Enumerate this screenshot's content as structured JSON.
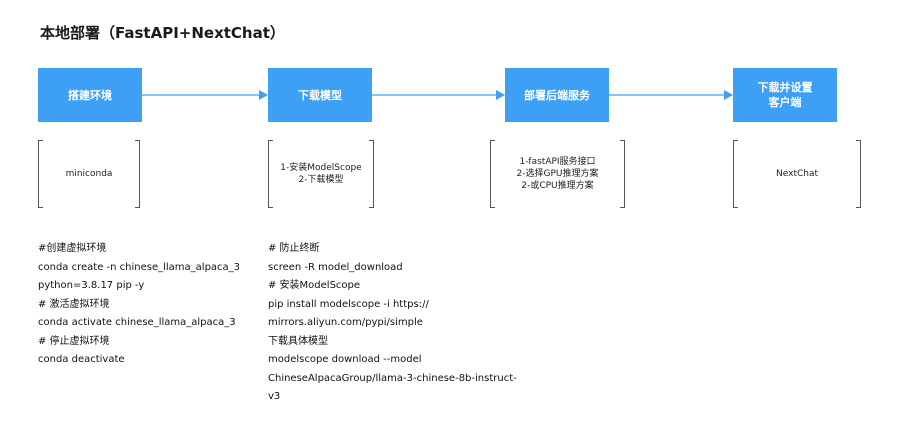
{
  "title": "本地部署（FastAPI+NextChat）",
  "steps": [
    {
      "label": "搭建环境"
    },
    {
      "label": "下载模型"
    },
    {
      "label": "部署后端服务"
    },
    {
      "label": "下载并设置\n客户端"
    }
  ],
  "details": [
    {
      "text": "miniconda"
    },
    {
      "text": "1-安装ModelScope\n2-下载模型"
    },
    {
      "text": "1-fastAPI服务接口\n2-选择GPU推理方案\n2-或CPU推理方案"
    },
    {
      "text": "NextChat"
    }
  ],
  "notes_left": [
    "#创建虚拟环境",
    "conda create -n chinese_llama_alpaca_3",
    "python=3.8.17 pip -y",
    "# 激活虚拟环境",
    "conda activate chinese_llama_alpaca_3",
    "# 停止虚拟环境",
    "conda deactivate"
  ],
  "notes_middle": [
    "# 防止终断",
    "screen -R model_download",
    "# 安装ModelScope",
    "pip install modelscope -i https://",
    "mirrors.aliyun.com/pypi/simple",
    "下载具体模型",
    "modelscope download --model",
    "ChineseAlpacaGroup/llama-3-chinese-8b-instruct-",
    "v3"
  ],
  "colors": {
    "step_fill": "#3ea0f5",
    "arrow": "#3ea0f5"
  }
}
